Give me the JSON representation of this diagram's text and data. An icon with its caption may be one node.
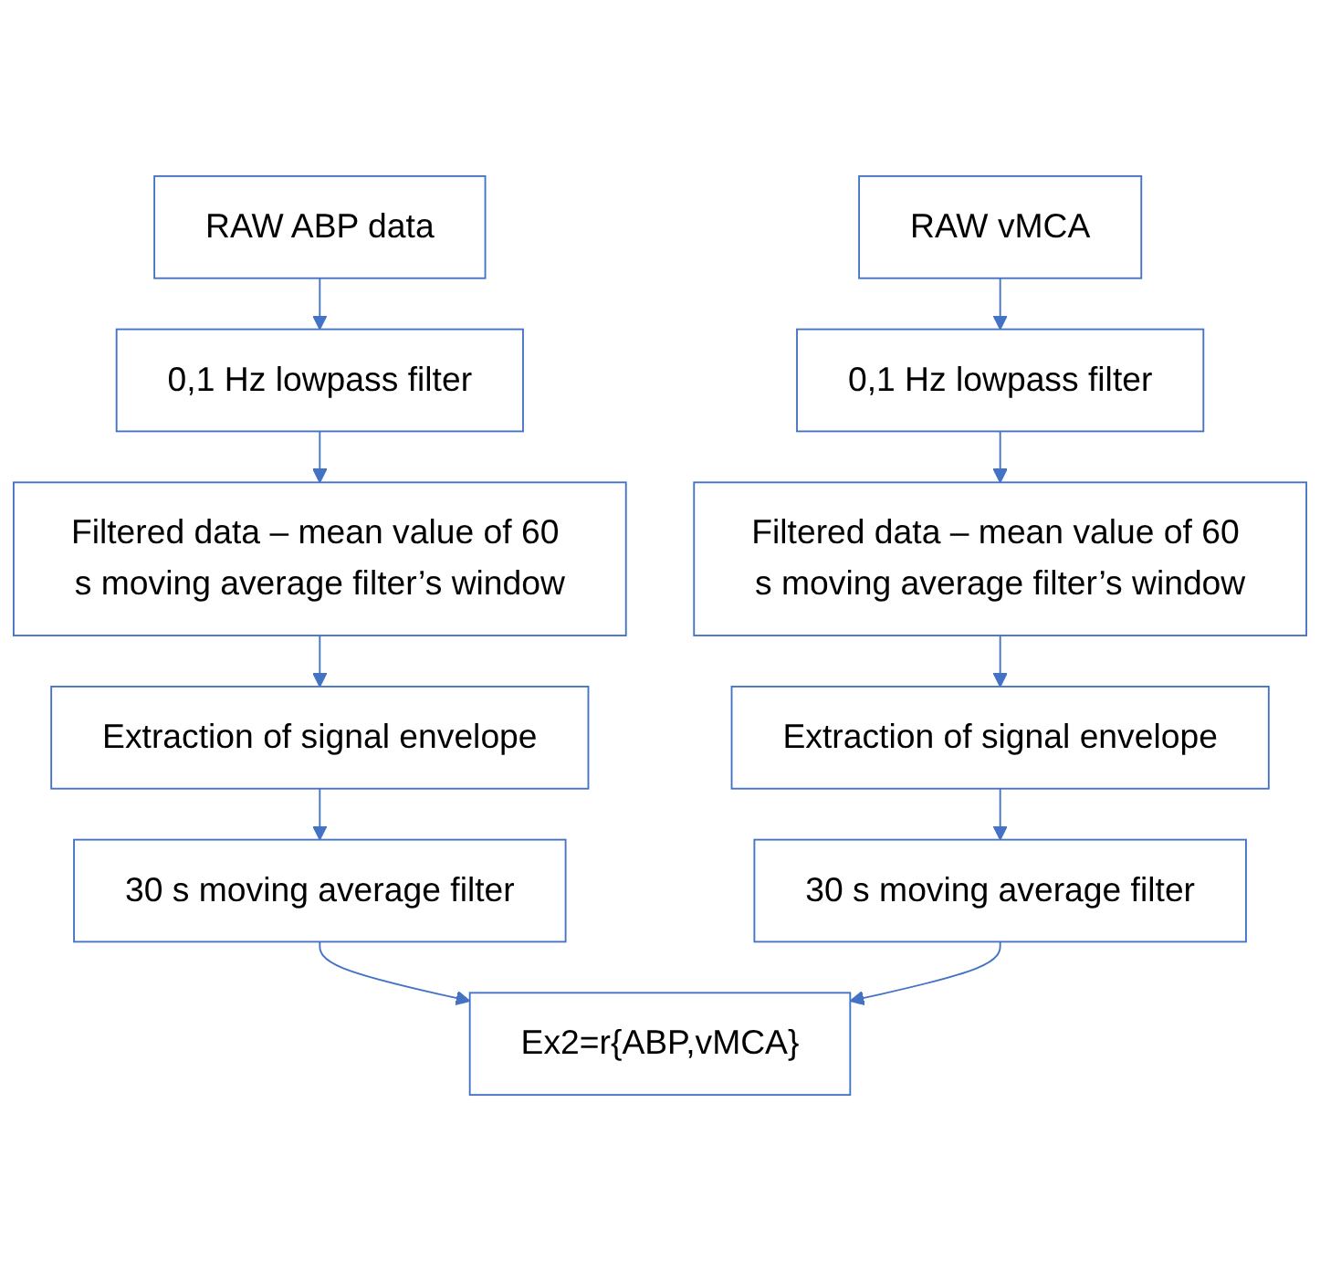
{
  "diagram": {
    "nodes": [
      {
        "text": [
          "RAW ABP data"
        ]
      },
      {
        "text": [
          "RAW vMCA"
        ]
      },
      {
        "text": [
          "0,1 Hz lowpass filter"
        ]
      },
      {
        "text": [
          "0,1 Hz lowpass filter"
        ]
      },
      {
        "text": [
          "Filtered data – mean value of 60 s moving average filter’s window"
        ]
      },
      {
        "text": [
          "Filtered data – mean value of 60 s moving average filter’s window"
        ]
      },
      {
        "text": [
          "Extraction of signal envelope"
        ]
      },
      {
        "text": [
          "Extraction of signal envelope"
        ]
      },
      {
        "text": [
          "30 s moving average filter"
        ]
      },
      {
        "text": [
          "30 s moving average filter"
        ]
      },
      {
        "text": [
          "Ex2=r{ABP,vMCA}"
        ]
      }
    ],
    "edges": [
      {
        "from": 0,
        "to": 2,
        "arrow": "to"
      },
      {
        "from": 2,
        "to": 4,
        "arrow": "to"
      },
      {
        "from": 4,
        "to": 6,
        "arrow": "to"
      },
      {
        "from": 6,
        "to": 8,
        "arrow": "to"
      },
      {
        "from": 8,
        "to": 10,
        "arrow": "to"
      },
      {
        "from": 1,
        "to": 3,
        "arrow": "to"
      },
      {
        "from": 3,
        "to": 5,
        "arrow": "to"
      },
      {
        "from": 5,
        "to": 7,
        "arrow": "to"
      },
      {
        "from": 7,
        "to": 9,
        "arrow": "to"
      },
      {
        "from": 9,
        "to": 10,
        "arrow": "to"
      }
    ]
  }
}
